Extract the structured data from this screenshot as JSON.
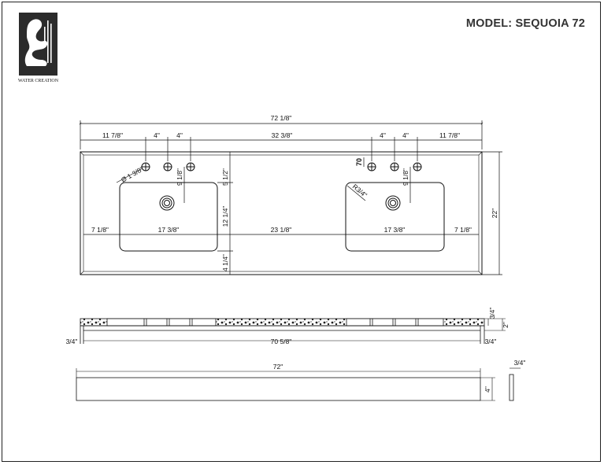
{
  "header": {
    "model_label": "MODEL: SEQUOIA 72"
  },
  "logo": {
    "brand": "WATER CREATION",
    "icon": "kneeling-figure-logo"
  },
  "top_view": {
    "overall_width": "72 1/8\"",
    "left_edge_to_faucet": "11 7/8\"",
    "faucet_spacing_1": "4\"",
    "faucet_spacing_2": "4\"",
    "between_faucets": "32 3/8\"",
    "faucet_spacing_3": "4\"",
    "faucet_spacing_4": "4\"",
    "right_faucet_to_edge": "11 7/8\"",
    "hole_diameter": "Ø 1 3/8\"",
    "left_sink_front_setback": "5 1/2\"",
    "left_drain_offset": "9 1/8\"",
    "sink_depth": "12 1/4\"",
    "sink_to_front": "4 1/4\"",
    "left_margin": "7 1/8\"",
    "left_sink_width": "17 3/8\"",
    "between_sinks": "23 1/8\"",
    "right_sink_width": "17 3/8\"",
    "right_margin": "7 1/8\"",
    "overall_depth": "22\"",
    "corner_radius": "R3/4\"",
    "right_drain_offset": "9 1/8\"",
    "side_label": "70"
  },
  "front_view": {
    "top_thickness": "3/4\"",
    "total_height": "2\"",
    "left_overhang": "3/4\"",
    "inner_width": "70 5/8\"",
    "right_overhang": "3/4\""
  },
  "backsplash": {
    "length": "72\"",
    "height": "4\"",
    "thickness": "3/4\""
  }
}
